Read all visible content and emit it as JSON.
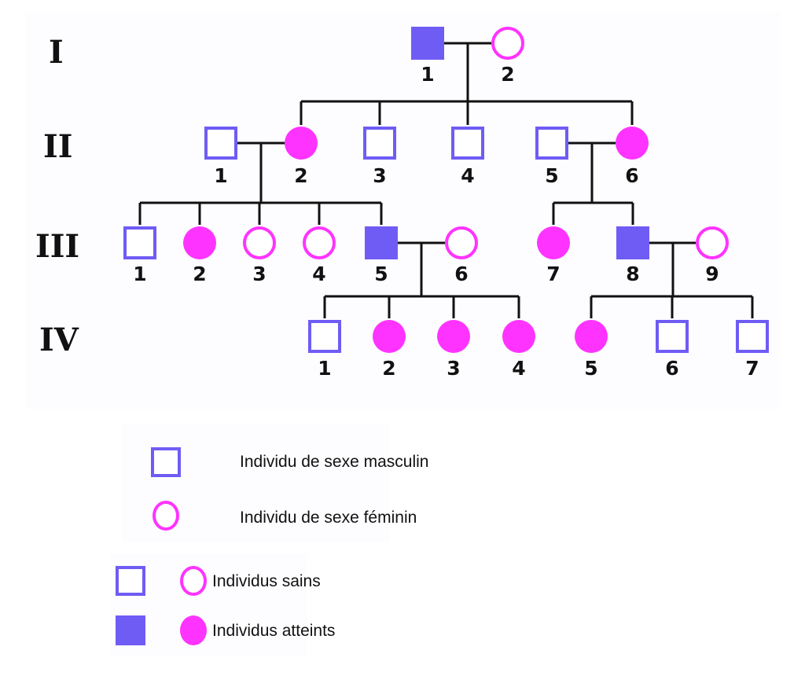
{
  "colors": {
    "male": "#6f5cf5",
    "female": "#ff33ff",
    "line": "#111111",
    "healthy_fill": "#ffffff"
  },
  "generations": [
    {
      "label": "I",
      "individuals": [
        {
          "id": "I-1",
          "num": "1",
          "sex": "male",
          "affected": true
        },
        {
          "id": "I-2",
          "num": "2",
          "sex": "female",
          "affected": false
        }
      ]
    },
    {
      "label": "II",
      "individuals": [
        {
          "id": "II-1",
          "num": "1",
          "sex": "male",
          "affected": false
        },
        {
          "id": "II-2",
          "num": "2",
          "sex": "female",
          "affected": true
        },
        {
          "id": "II-3",
          "num": "3",
          "sex": "male",
          "affected": false
        },
        {
          "id": "II-4",
          "num": "4",
          "sex": "male",
          "affected": false
        },
        {
          "id": "II-5",
          "num": "5",
          "sex": "male",
          "affected": false
        },
        {
          "id": "II-6",
          "num": "6",
          "sex": "female",
          "affected": true
        }
      ]
    },
    {
      "label": "III",
      "individuals": [
        {
          "id": "III-1",
          "num": "1",
          "sex": "male",
          "affected": false
        },
        {
          "id": "III-2",
          "num": "2",
          "sex": "female",
          "affected": true
        },
        {
          "id": "III-3",
          "num": "3",
          "sex": "female",
          "affected": false
        },
        {
          "id": "III-4",
          "num": "4",
          "sex": "female",
          "affected": false
        },
        {
          "id": "III-5",
          "num": "5",
          "sex": "male",
          "affected": true
        },
        {
          "id": "III-6",
          "num": "6",
          "sex": "female",
          "affected": false
        },
        {
          "id": "III-7",
          "num": "7",
          "sex": "female",
          "affected": true
        },
        {
          "id": "III-8",
          "num": "8",
          "sex": "male",
          "affected": true
        },
        {
          "id": "III-9",
          "num": "9",
          "sex": "female",
          "affected": false
        }
      ]
    },
    {
      "label": "IV",
      "individuals": [
        {
          "id": "IV-1",
          "num": "1",
          "sex": "male",
          "affected": false
        },
        {
          "id": "IV-2",
          "num": "2",
          "sex": "female",
          "affected": true
        },
        {
          "id": "IV-3",
          "num": "3",
          "sex": "female",
          "affected": true
        },
        {
          "id": "IV-4",
          "num": "4",
          "sex": "female",
          "affected": true
        },
        {
          "id": "IV-5",
          "num": "5",
          "sex": "female",
          "affected": true
        },
        {
          "id": "IV-6",
          "num": "6",
          "sex": "male",
          "affected": false
        },
        {
          "id": "IV-7",
          "num": "7",
          "sex": "male",
          "affected": false
        }
      ]
    }
  ],
  "couples": [
    {
      "partners": [
        "I-1",
        "I-2"
      ],
      "children": [
        "II-2",
        "II-3",
        "II-4",
        "II-6"
      ]
    },
    {
      "partners": [
        "II-1",
        "II-2"
      ],
      "children": [
        "III-1",
        "III-2",
        "III-3",
        "III-4",
        "III-5"
      ]
    },
    {
      "partners": [
        "II-5",
        "II-6"
      ],
      "children": [
        "III-7",
        "III-8"
      ]
    },
    {
      "partners": [
        "III-5",
        "III-6"
      ],
      "children": [
        "IV-1",
        "IV-2",
        "IV-3",
        "IV-4"
      ]
    },
    {
      "partners": [
        "III-8",
        "III-9"
      ],
      "children": [
        "IV-5",
        "IV-6",
        "IV-7"
      ]
    }
  ],
  "legend": {
    "sex": [
      {
        "symbol": "male",
        "affected": false,
        "text": "Individu de sexe masculin"
      },
      {
        "symbol": "female",
        "affected": false,
        "text": "Individu de sexe féminin"
      }
    ],
    "status": [
      {
        "affected": false,
        "text": "Individus sains"
      },
      {
        "affected": true,
        "text": "Individus atteints"
      }
    ]
  }
}
